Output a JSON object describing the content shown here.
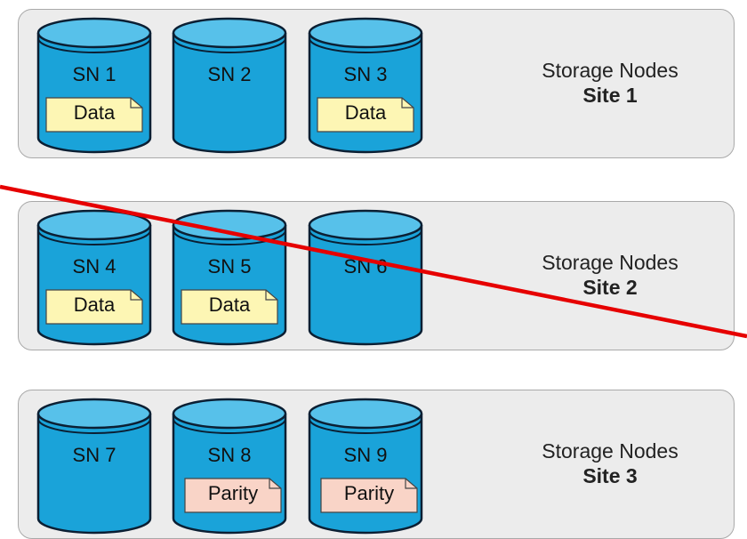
{
  "sites": [
    {
      "title": "Storage Nodes",
      "name": "Site 1",
      "nodes": [
        {
          "label": "SN 1",
          "fragment": "Data"
        },
        {
          "label": "SN 2",
          "fragment": ""
        },
        {
          "label": "SN 3",
          "fragment": "Data"
        }
      ]
    },
    {
      "title": "Storage Nodes",
      "name": "Site 2",
      "nodes": [
        {
          "label": "SN 4",
          "fragment": "Data"
        },
        {
          "label": "SN 5",
          "fragment": "Data"
        },
        {
          "label": "SN 6",
          "fragment": ""
        }
      ]
    },
    {
      "title": "Storage Nodes",
      "name": "Site 3",
      "nodes": [
        {
          "label": "SN 7",
          "fragment": ""
        },
        {
          "label": "SN 8",
          "fragment": "Parity"
        },
        {
          "label": "SN 9",
          "fragment": "Parity"
        }
      ]
    }
  ],
  "colors": {
    "node_fill": "#1aa3d9",
    "node_top": "#57c1ea",
    "node_stroke": "#0b1f33",
    "data_fill": "#fdf6b4",
    "parity_fill": "#f9d4c7",
    "failure_line": "#e60000"
  },
  "failed_site": "Site 2"
}
